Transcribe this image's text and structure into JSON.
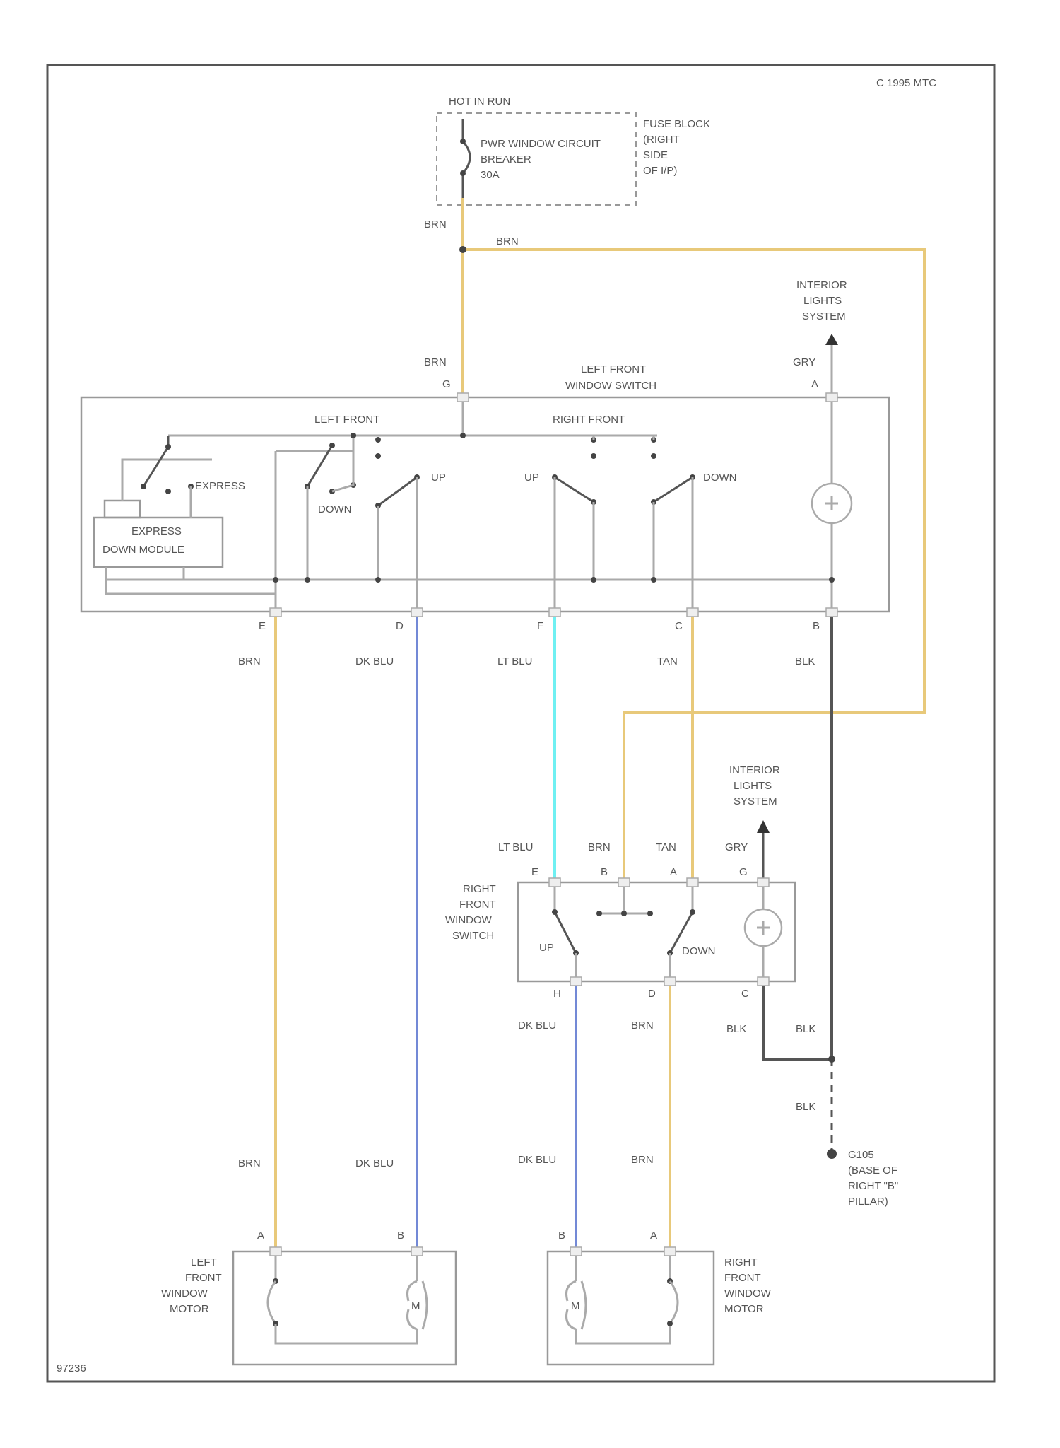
{
  "copyright": "C 1995 MTC",
  "figure_id": "97236",
  "colors": {
    "BRN": "#e8c97a",
    "DK BLU": "#7389d6",
    "LT BLU": "#6ff0f2",
    "TAN": "#e8c97a",
    "BLK": "#555555",
    "GRY": "#aaaaaa"
  },
  "power": {
    "hot_label": "HOT IN RUN",
    "breaker_lines": [
      "PWR WINDOW CIRCUIT",
      "BREAKER",
      "30A"
    ],
    "fuse_block_lines": [
      "FUSE BLOCK",
      "(RIGHT",
      "SIDE",
      "OF I/P)"
    ]
  },
  "interior_lights_1": [
    "INTERIOR",
    "LIGHTS",
    "SYSTEM"
  ],
  "interior_lights_2": [
    "INTERIOR",
    "LIGHTS",
    "SYSTEM"
  ],
  "left_switch": {
    "title_lines": [
      "LEFT FRONT",
      "WINDOW SWITCH"
    ],
    "left_front": "LEFT FRONT",
    "right_front": "RIGHT FRONT",
    "express": "EXPRESS",
    "down_1": "DOWN",
    "up_1": "UP",
    "up_2": "UP",
    "down_2": "DOWN",
    "module_lines": [
      "EXPRESS",
      "DOWN MODULE"
    ],
    "pin_g": "G",
    "pin_a": "A",
    "pin_e": "E",
    "pin_d": "D",
    "pin_f": "F",
    "pin_c": "C",
    "pin_b": "B"
  },
  "right_switch": {
    "title_lines": [
      "RIGHT",
      "FRONT",
      "WINDOW",
      "SWITCH"
    ],
    "up": "UP",
    "down": "DOWN",
    "pin_e": "E",
    "pin_b": "B",
    "pin_a": "A",
    "pin_g": "G",
    "pin_h": "H",
    "pin_d": "D",
    "pin_c": "C"
  },
  "left_motor": {
    "title_lines": [
      "LEFT",
      "FRONT",
      "WINDOW",
      "MOTOR"
    ],
    "pin_a": "A",
    "pin_b": "B",
    "m": "M"
  },
  "right_motor": {
    "title_lines": [
      "RIGHT",
      "FRONT",
      "WINDOW",
      "MOTOR"
    ],
    "pin_b": "B",
    "pin_a": "A",
    "m": "M"
  },
  "ground": {
    "label_lines": [
      "G105",
      "(BASE OF",
      "RIGHT \"B\"",
      "PILLAR)"
    ]
  },
  "wire_labels": {
    "brn_top": "BRN",
    "brn_branch": "BRN",
    "brn_to_switch": "BRN",
    "gry_top": "GRY",
    "brn_e": "BRN",
    "dkblu_d": "DK BLU",
    "ltblu_f": "LT BLU",
    "tan_c": "TAN",
    "blk_b": "BLK",
    "rs_ltblu": "LT BLU",
    "rs_brn": "BRN",
    "rs_tan": "TAN",
    "rs_gry": "GRY",
    "rs_dkblu_h": "DK BLU",
    "rs_brn_d": "BRN",
    "rs_blk_c": "BLK",
    "blk_right": "BLK",
    "blk_ground": "BLK",
    "lm_brn": "BRN",
    "lm_dkblu": "DK BLU",
    "rm_dkblu": "DK BLU",
    "rm_brn": "BRN"
  }
}
